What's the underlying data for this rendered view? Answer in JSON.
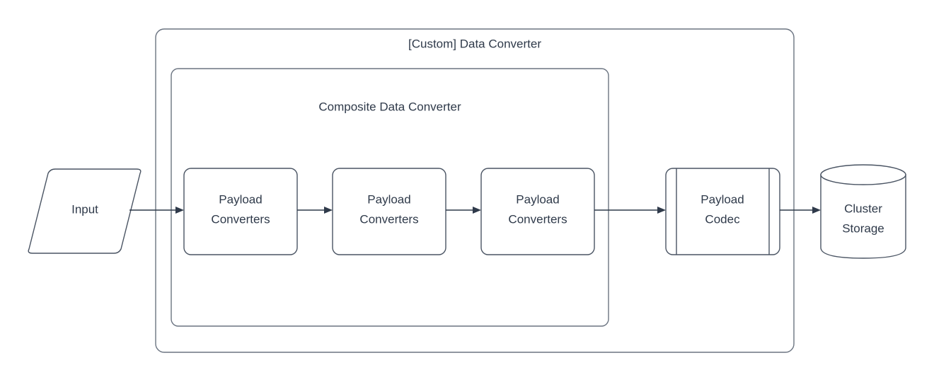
{
  "diagram": {
    "type": "flowchart",
    "background_color": "#ffffff",
    "stroke_color": "#4a5463",
    "container_stroke_color": "#6b7481",
    "text_color": "#2f3a4a",
    "outer_container": {
      "title": "[Custom] Data Converter",
      "shape": "rounded-rectangle"
    },
    "inner_container": {
      "title": "Composite Data Converter",
      "shape": "rounded-rectangle"
    },
    "nodes": {
      "input": {
        "label": "Input",
        "shape": "parallelogram"
      },
      "converter_1": {
        "line1": "Payload",
        "line2": "Converters",
        "shape": "rounded-rectangle"
      },
      "converter_2": {
        "line1": "Payload",
        "line2": "Converters",
        "shape": "rounded-rectangle"
      },
      "converter_3": {
        "line1": "Payload",
        "line2": "Converters",
        "shape": "rounded-rectangle"
      },
      "payload_codec": {
        "line1": "Payload",
        "line2": "Codec",
        "shape": "predefined-process"
      },
      "cluster_storage": {
        "line1": "Cluster",
        "line2": "Storage",
        "shape": "cylinder"
      }
    },
    "edges": [
      {
        "from": "input",
        "to": "converter_1",
        "arrow": "single"
      },
      {
        "from": "converter_1",
        "to": "converter_2",
        "arrow": "single"
      },
      {
        "from": "converter_2",
        "to": "converter_3",
        "arrow": "single"
      },
      {
        "from": "converter_3",
        "to": "payload_codec",
        "arrow": "single"
      },
      {
        "from": "payload_codec",
        "to": "cluster_storage",
        "arrow": "single"
      }
    ]
  }
}
